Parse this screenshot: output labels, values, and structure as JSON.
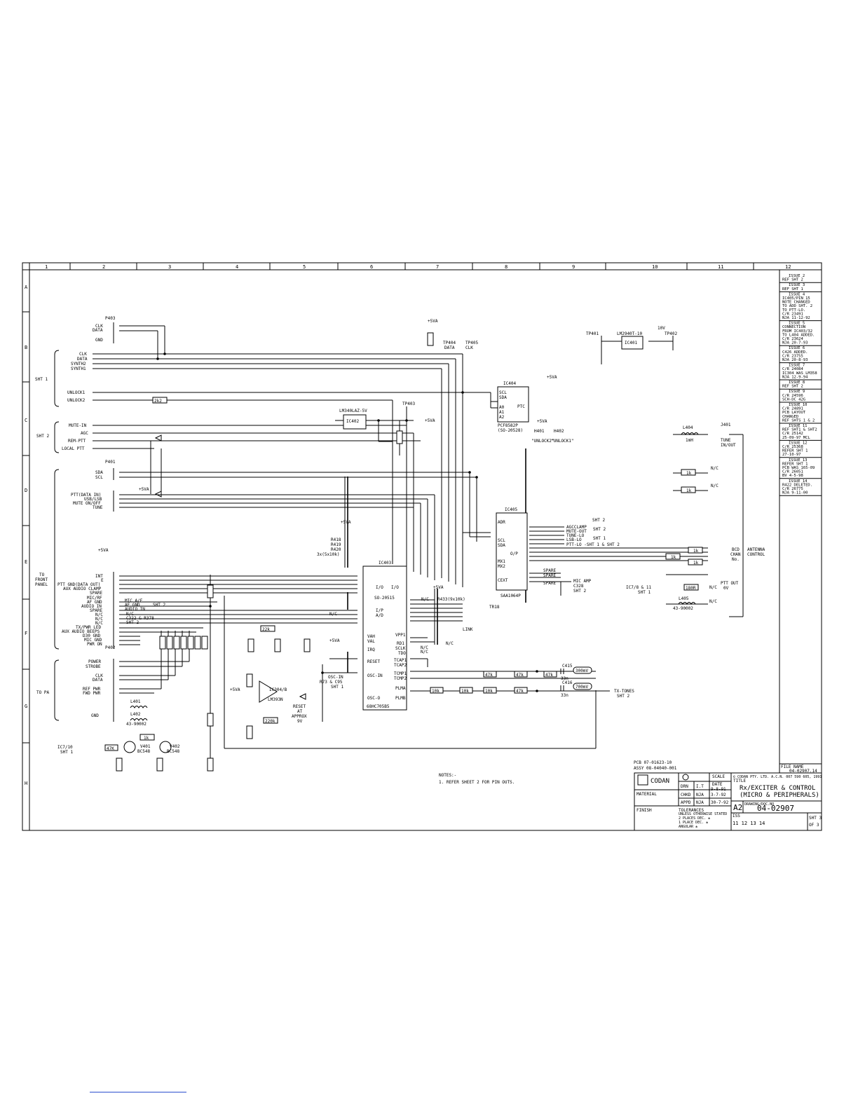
{
  "grid": {
    "columns": [
      "1",
      "2",
      "3",
      "4",
      "5",
      "6",
      "7",
      "8",
      "9",
      "10",
      "11",
      "12"
    ],
    "rows": [
      "A",
      "B",
      "C",
      "D",
      "E",
      "F",
      "G",
      "H"
    ]
  },
  "revisions": [
    [
      "ISSUE 2",
      "REF SHT 2"
    ],
    [
      "ISSUE 3",
      "REF SHT 1"
    ],
    [
      "ISSUE 4",
      "IC405/PIN 15",
      "NOTE CHANGED",
      "TO ADD SHT. 2",
      "TO PTT-LO.",
      "C/R 23491",
      "NJA 11-12-92"
    ],
    [
      "ISSUE 5",
      "CONNECTION",
      "FROM IC403/32",
      "TO L404 ADDED.",
      "C/R 23624",
      "NJA 20-7-93"
    ],
    [
      "ISSUE 6",
      "C426 ADDED.",
      "C/R 23755",
      "NJA 20-8-93"
    ],
    [
      "ISSUE 7",
      "C/R 24084",
      "IC304 WAS LM358",
      "NJA 12-9-94"
    ],
    [
      "ISSUE 8",
      "REF SHT 2"
    ],
    [
      "ISSUE 9",
      "C/R 24596",
      "SCH-DC 42G"
    ],
    [
      "ISSUE 10",
      "C/R 24891",
      "PCB LAYOUT",
      "CHANGED",
      "REF SHTS 1 & 2"
    ],
    [
      "ISSUE 11",
      "REF SHT1 & SHT2",
      "C/R 25142",
      "25-09-97 MCL"
    ],
    [
      "ISSUE 12",
      "C/R 25368",
      "REFER SHT 1",
      "27-10-97"
    ],
    [
      "ISSUE 13",
      "REFER SHT 1",
      "PCB WAS 165-09",
      "C/R 26051",
      "BV 4-5-98"
    ],
    [
      "ISSUE 14",
      "R422 DELETED.",
      "C/R 26775",
      "NJA 9-11-00"
    ]
  ],
  "ic403": {
    "ref": "IC403",
    "part": "SO-20515",
    "mcu": "68HC705B5",
    "io": "I/O",
    "ip": "I/P",
    "ad": "A/D"
  },
  "ic405": {
    "ref": "IC405",
    "part": "SAA1064P"
  },
  "ic404": {
    "ref": "IC404",
    "part": "PCF8582P",
    "code": "(SO-20528)",
    "ptc": "PTC"
  },
  "ic402": {
    "ref": "IC402",
    "part": "LM340LAZ-5V"
  },
  "ic401": {
    "ref": "IC401",
    "part": "LM2940T-10"
  },
  "left_labels": {
    "sht1": "SHT 1",
    "sht2": "SHT 2",
    "front": "TO\nFRONT\nPANEL",
    "topa": "TO PA",
    "clk": "CLK",
    "data": "DATA",
    "synth2": "SYNTH2",
    "synth1": "SYNTH1",
    "unlock1": "UNLOCK1",
    "unlock2": "UNLOCK2",
    "mute": "MUTE-IN",
    "agc": "AGC",
    "rem": "REM-PTT",
    "local": "LOCAL PTT",
    "sda": "SDA",
    "scl": "SCL",
    "ptt": "PTT(DATA IN)",
    "usb": "USB/LSB",
    "muteon": "MUTE ON/OFF",
    "tune": "TUNE",
    "int": "INT",
    "e": "E",
    "pttgnd": "PTT GND(DATA OUT)",
    "auxclamp": "AUX AUDIO CLAMP",
    "spare": "SPARE",
    "micrf": "MIC/RF",
    "afgnd": "AF GND",
    "audioin": "AUDIO IN",
    "nc": "N/C",
    "txpwr": "TX/PWR LED",
    "auxbeeps": "AUX AUDIO BEEPS",
    "d30": "D30 GND",
    "micgnd": "MIC GND",
    "pwron": "PWR ON",
    "power": "POWER",
    "strobe": "STROBE",
    "refpwr": "REF PWR",
    "fwdpwr": "FWD PWR",
    "gnd": "GND",
    "ic710": "IC7/10\nSHT 1"
  },
  "right_labels": {
    "agcclamp": "AGCCLAMP",
    "muteout": "MUTE-OUT",
    "tunelo": "TUNE-LO",
    "lsblo": "LSB-LO",
    "pttlo": "PTT-LO -SHT 1 & SHT 2",
    "spare": "SPARE",
    "micamp": "MIC AMP",
    "c328": "C328",
    "sht2": "SHT 2",
    "sht1": "SHT 1",
    "bcd": "BCD\nCHAN\nNo.",
    "antenna": "ANTENNA\nCONTROL",
    "tune": "TUNE\nIN/OUT",
    "pttout": "PTT OUT\n0V",
    "txtones": "TX-TONES\nSHT 2",
    "link": "LINK",
    "tr": "TR18",
    "cap300": "300mV",
    "cap700": "700mV"
  },
  "notes": {
    "title": "NOTES:-",
    "line1": "1. REFER SHEET 2 FOR PIN OUTS."
  },
  "pcb": {
    "pcb": "PCB  07-01623-10",
    "assy": "ASSY 08-04040-001"
  },
  "title_block": {
    "company": "CODAN",
    "copyright": "© CODAN PTY. LTD.  A.C.N. 007 590 605, 1991",
    "title": "Rx/EXCITER & CONTROL",
    "subtitle": "(MICRO & PERIPHERALS)",
    "drn": "DRN",
    "drn_by": "I.T",
    "drn_date": "9-8-91",
    "chkd": "CHKD",
    "chkd_by": "NJA",
    "chkd_date": "3-7-92",
    "appd": "APPD",
    "appd_by": "NJA",
    "appd_date": "30-7-92",
    "material": "MATERIAL",
    "finish": "FINISH",
    "scale": "SCALE",
    "date": "DATE",
    "tolerances": "TOLERANCES",
    "tol_1": "UNLESS OTHERWISE STATED",
    "tol_2": "2 PLACES DEC. ±",
    "tol_3": "1 PLACE DEC. ±",
    "tol_4": "ANGULAR ±",
    "size": "A2",
    "drawing_no": "04-02907",
    "dwg_label": "DRAWING/DOC.NO",
    "iss": "ISS",
    "iss_val": "11 12 13 14",
    "sht": "SHT 3",
    "of": "OF 3",
    "filename_label": "FILE NAME",
    "filename": "04-02907.14"
  }
}
